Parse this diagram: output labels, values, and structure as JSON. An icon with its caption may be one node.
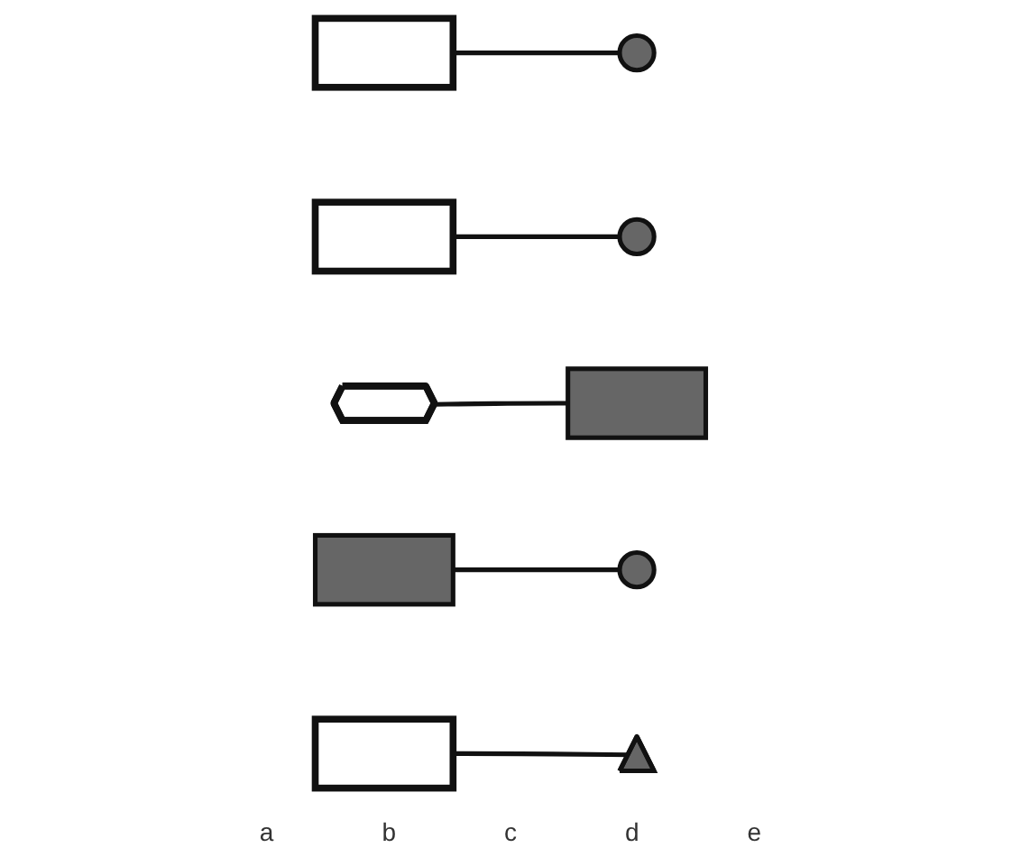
{
  "diagram": {
    "nodes": [
      {
        "text": [],
        "shape": "box"
      },
      {
        "text": [],
        "shape": "circle"
      },
      {
        "text": [],
        "shape": "box"
      },
      {
        "text": [],
        "shape": "circle"
      },
      {
        "text": [],
        "shape": "hexagon"
      },
      {
        "text": [],
        "shape": "square"
      },
      {
        "text": [],
        "shape": "square"
      },
      {
        "text": [],
        "shape": "circle"
      },
      {
        "text": [],
        "shape": "box"
      },
      {
        "text": [],
        "shape": "triangle"
      }
    ],
    "edges": [
      {
        "from": 0,
        "to": 1,
        "arrow": "none"
      },
      {
        "from": 2,
        "to": 3,
        "arrow": "none"
      },
      {
        "from": 4,
        "to": 5,
        "arrow": "none"
      },
      {
        "from": 6,
        "to": 7,
        "arrow": "none"
      },
      {
        "from": 8,
        "to": 9,
        "arrow": "none"
      }
    ],
    "labels": [
      "a",
      "b",
      "c",
      "d",
      "e"
    ]
  }
}
